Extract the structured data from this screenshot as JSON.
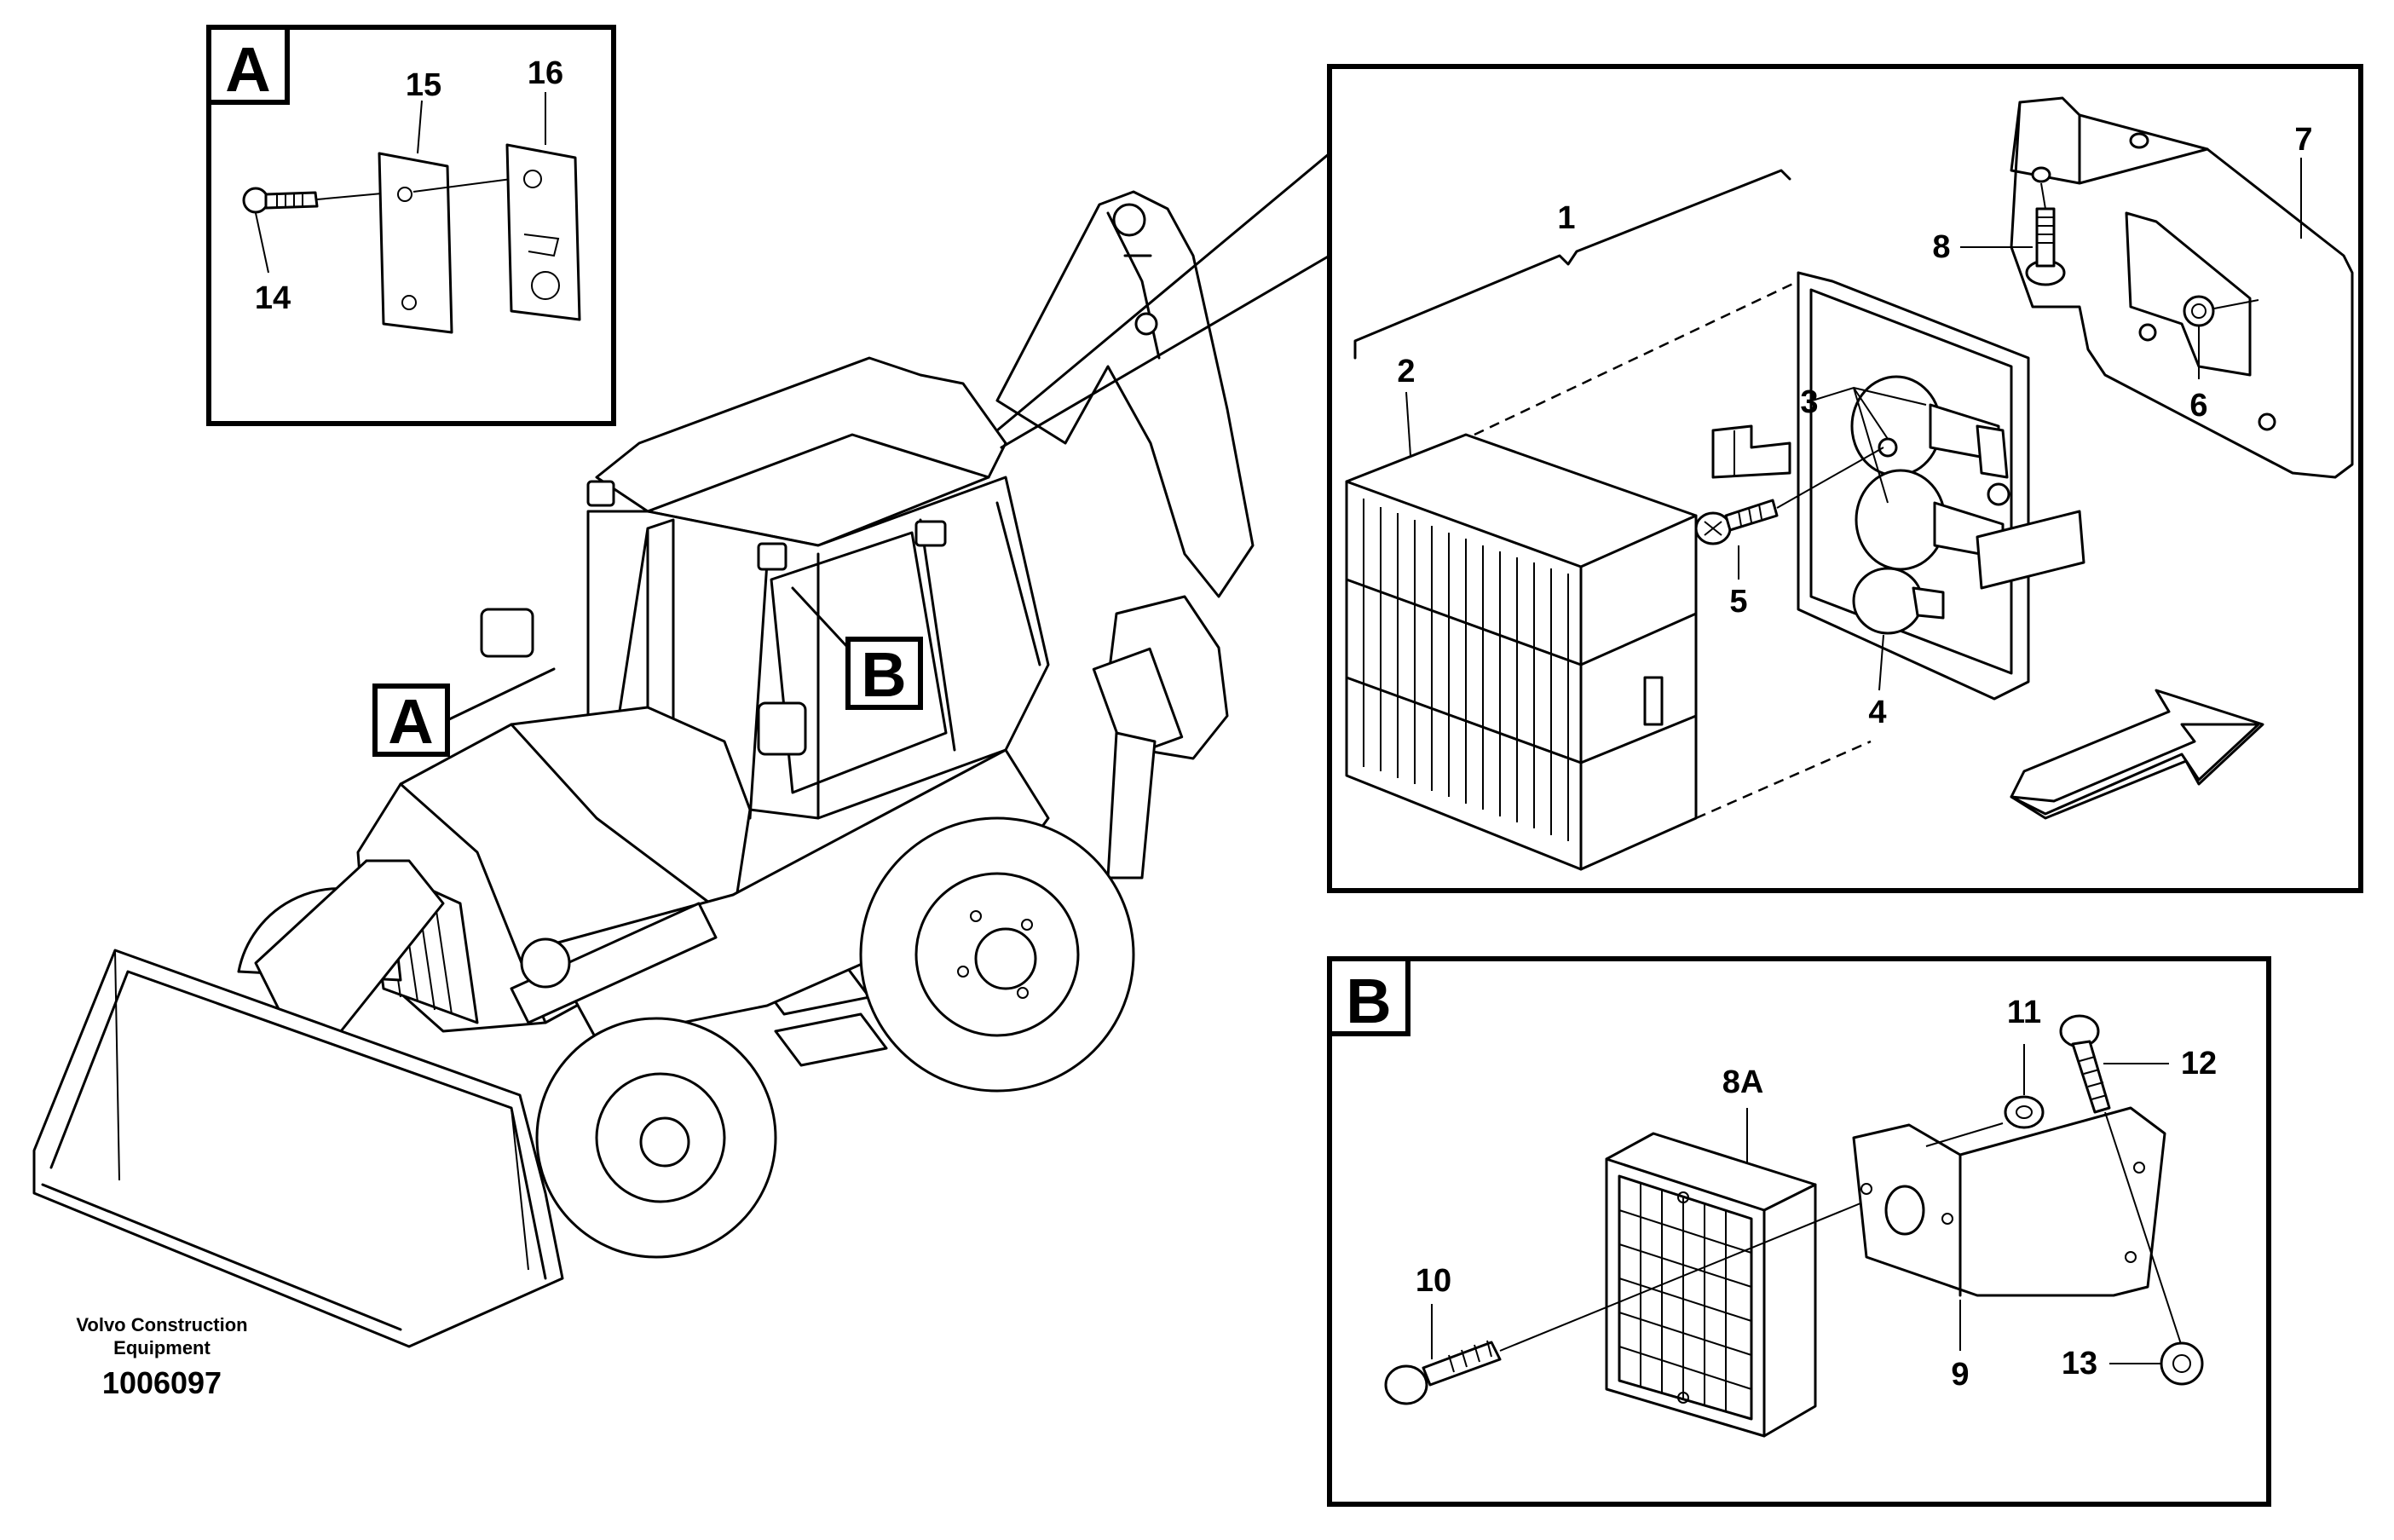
{
  "callouts": {
    "inset_a_letter": "A",
    "inset_b_letter": "B",
    "machine_a_tag": "A",
    "machine_b_tag": "B"
  },
  "parts": {
    "p1": "1",
    "p2": "2",
    "p3": "3",
    "p4": "4",
    "p5": "5",
    "p6": "6",
    "p7": "7",
    "p8": "8",
    "p8a": "8A",
    "p9": "9",
    "p10": "10",
    "p11": "11",
    "p12": "12",
    "p13": "13",
    "p14": "14",
    "p15": "15",
    "p16": "16"
  },
  "footer": {
    "brand_line1": "Volvo Construction",
    "brand_line2": "Equipment",
    "doc_number": "1006097"
  }
}
